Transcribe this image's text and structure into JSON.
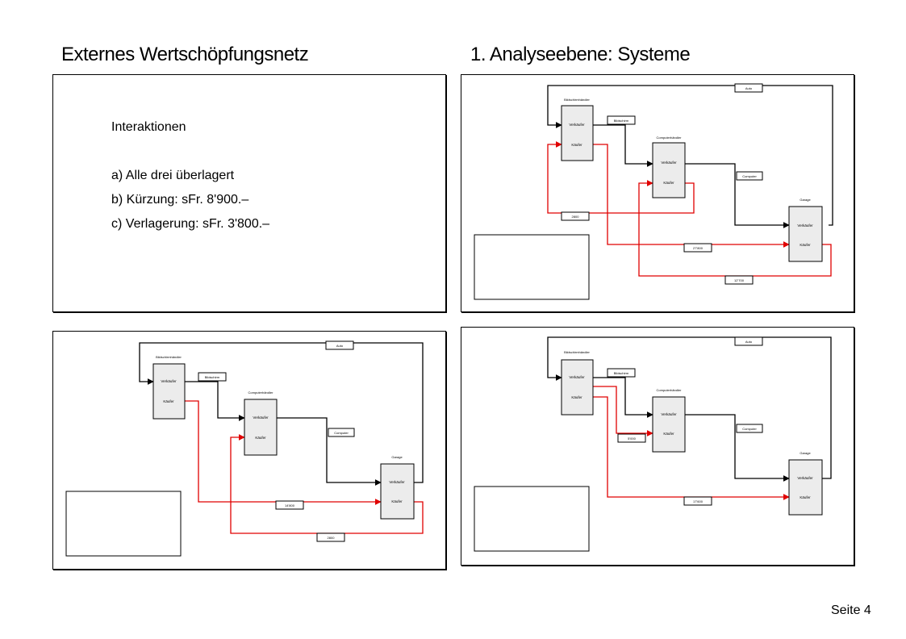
{
  "page": {
    "title_left": "Externes Wertschöpfungsnetz",
    "title_right": "1. Analyseebene: Systeme",
    "footer": "Seite 4"
  },
  "text_panel": {
    "heading": "Interaktionen",
    "items": [
      "a) Alle drei überlagert",
      "b) Kürzung: sFr. 8'900.–",
      "c) Verlagerung: sFr. 3'800.–"
    ]
  },
  "diagram": {
    "node_labels": {
      "n1": "Bildschirmhändler",
      "n2": "Computerhändler",
      "n3": "Garage"
    },
    "role_seller": "Verkäufer",
    "role_buyer": "Käufer",
    "flow_auto": "Auto",
    "flow_monitor": "Bildschirm",
    "flow_computer": "Computer",
    "d1_amounts": [
      "2800",
      "27'800",
      "12'700"
    ],
    "d2_amounts": [
      "14'800",
      "2800"
    ],
    "d3_amounts": [
      "5'000",
      "17'600"
    ]
  },
  "colors": {
    "line": "#000000",
    "money": "#e00000",
    "box": "#ececec"
  }
}
